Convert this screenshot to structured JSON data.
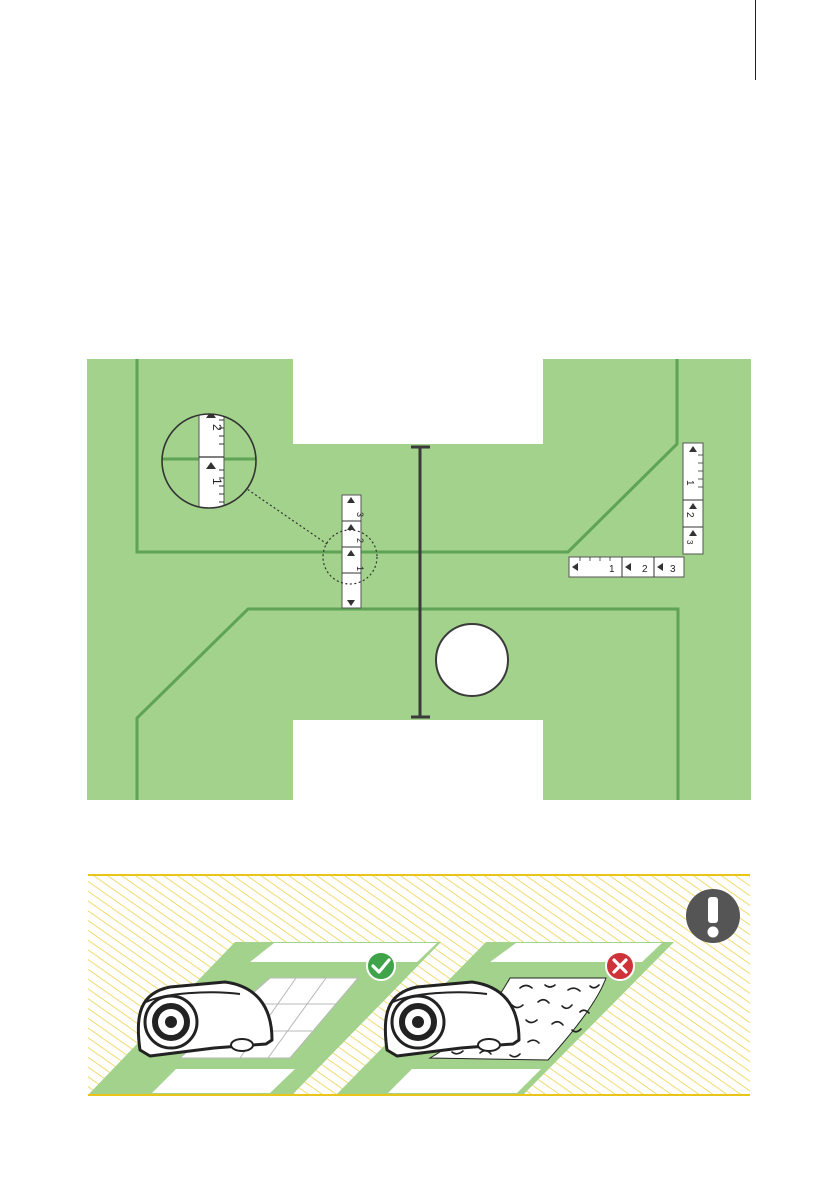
{
  "colors": {
    "lawn": "#a2d28b",
    "guide_wire": "#5fa356",
    "hatch": "#f0d24a",
    "ok_badge": "#3fa34a",
    "error_badge": "#d0323a",
    "warning_badge": "#555555"
  },
  "rulers": {
    "zoom_marks": [
      "1",
      "2"
    ],
    "center_marks": [
      "1",
      "2",
      "3"
    ],
    "right_vertical_marks": [
      "1",
      "2",
      "3"
    ],
    "right_horizontal_marks": [
      "1",
      "2",
      "3"
    ]
  },
  "icons": {
    "ok": "check-circle-icon",
    "error": "x-circle-icon",
    "warning": "exclamation-icon"
  }
}
